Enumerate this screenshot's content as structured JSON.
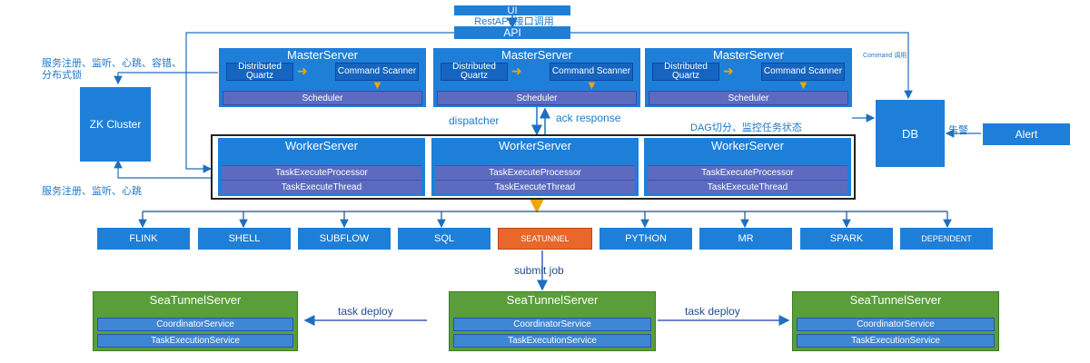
{
  "ui_label": "UI",
  "restapi_label": "RestAPI/接口调用",
  "api_label": "API",
  "zk": {
    "label": "ZK Cluster",
    "note_top": "服务注册、监听、心跳、容错、分布式锁",
    "note_bottom": "服务注册、监听、心跳"
  },
  "master_servers": [
    {
      "title": "MasterServer",
      "quartz": "Distributed Quartz",
      "scanner": "Command Scanner",
      "scheduler": "Scheduler"
    },
    {
      "title": "MasterServer",
      "quartz": "Distributed Quartz",
      "scanner": "Command Scanner",
      "scheduler": "Scheduler"
    },
    {
      "title": "MasterServer",
      "quartz": "Distributed Quartz",
      "scanner": "Command Scanner",
      "scheduler": "Scheduler"
    }
  ],
  "command_note": "Command 调用",
  "dispatcher_label": "dispatcher",
  "ack_label": "ack response",
  "dag_label": "DAG切分、监控任务状态",
  "db_label": "DB",
  "alert_label": "Alert",
  "alarm_label": "告警",
  "worker_servers": [
    {
      "title": "WorkerServer",
      "processor": "TaskExecuteProcessor",
      "thread": "TaskExecuteThread"
    },
    {
      "title": "WorkerServer",
      "processor": "TaskExecuteProcessor",
      "thread": "TaskExecuteThread"
    },
    {
      "title": "WorkerServer",
      "processor": "TaskExecuteProcessor",
      "thread": "TaskExecuteThread"
    }
  ],
  "tasks": [
    "FLINK",
    "SHELL",
    "SUBFLOW",
    "SQL",
    "SEATUNNEL",
    "PYTHON",
    "MR",
    "SPARK",
    "DEPENDENT"
  ],
  "submit_label": "submit job",
  "task_deploy_label": "task deploy",
  "seatunnel_servers": [
    {
      "title": "SeaTunnelServer",
      "coordinator": "CoordinatorService",
      "execution": "TaskExecutionService"
    },
    {
      "title": "SeaTunnelServer",
      "coordinator": "CoordinatorService",
      "execution": "TaskExecutionService"
    },
    {
      "title": "SeaTunnelServer",
      "coordinator": "CoordinatorService",
      "execution": "TaskExecutionService"
    }
  ],
  "colors": {
    "primary_blue": "#1e7fd9",
    "highlight_orange": "#e8672a",
    "seatunnel_green": "#5a9e3a",
    "arrow_orange": "#f0a500"
  }
}
